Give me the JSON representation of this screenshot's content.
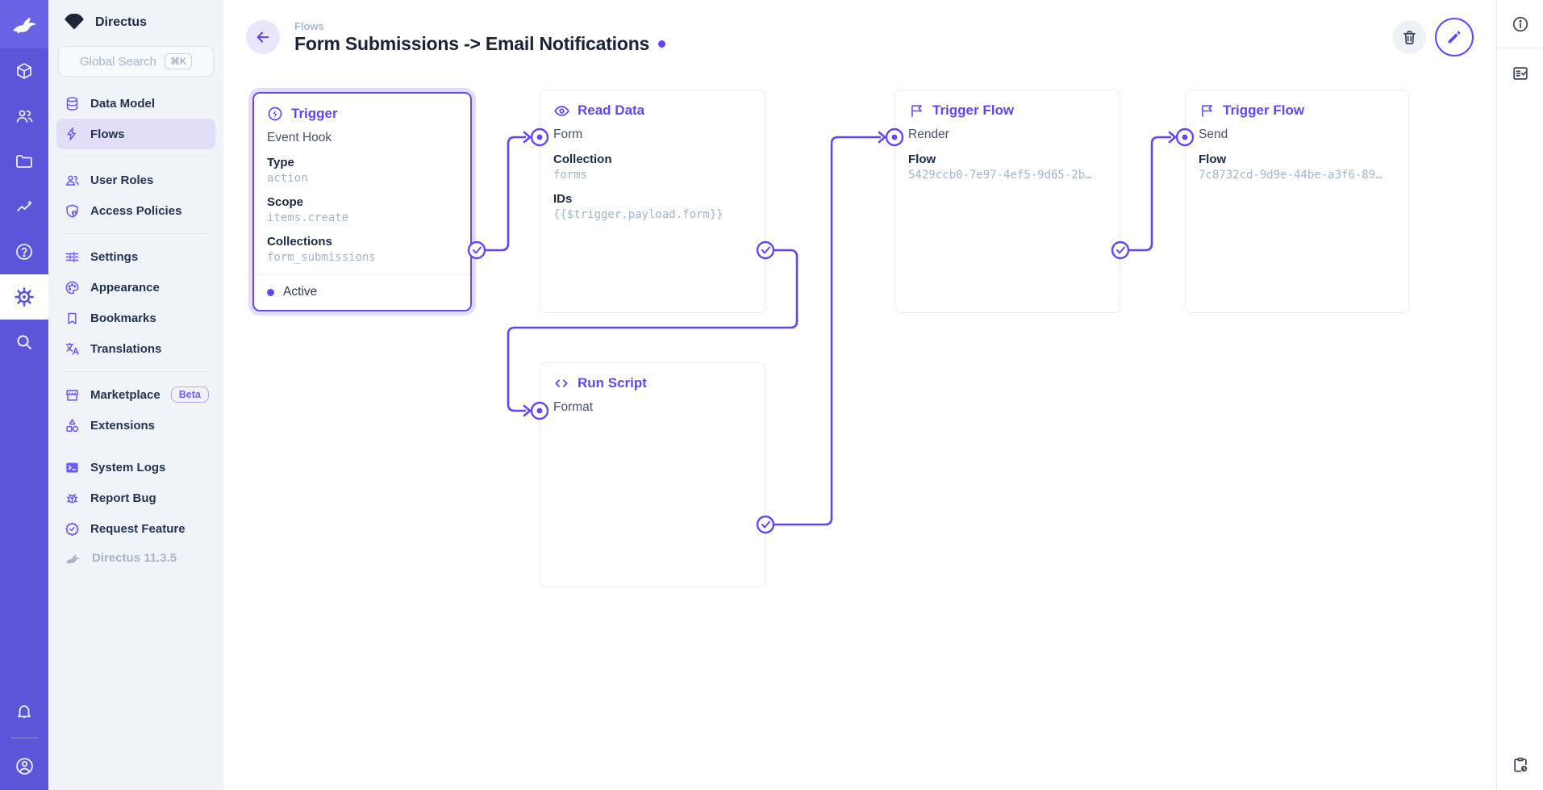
{
  "nav": {
    "project_name": "Directus",
    "search_placeholder": "Global Search",
    "search_shortcut": "⌘K",
    "items": {
      "data_model": "Data Model",
      "flows": "Flows",
      "user_roles": "User Roles",
      "access_policies": "Access Policies",
      "settings": "Settings",
      "appearance": "Appearance",
      "bookmarks": "Bookmarks",
      "translations": "Translations",
      "marketplace": "Marketplace",
      "marketplace_badge": "Beta",
      "extensions": "Extensions",
      "system_logs": "System Logs",
      "report_bug": "Report Bug",
      "request_feature": "Request Feature"
    },
    "version": "Directus 11.3.5"
  },
  "header": {
    "breadcrumb": "Flows",
    "title": "Form Submissions -> Email Notifications"
  },
  "panels": {
    "trigger": {
      "title": "Trigger",
      "name": "Event Hook",
      "type_label": "Type",
      "type_value": "action",
      "scope_label": "Scope",
      "scope_value": "items.create",
      "collections_label": "Collections",
      "collections_value": "form_submissions",
      "status": "Active"
    },
    "read_data": {
      "title": "Read Data",
      "name": "Form",
      "collection_label": "Collection",
      "collection_value": "forms",
      "ids_label": "IDs",
      "ids_value": "{{$trigger.payload.form}}"
    },
    "trigger_flow_render": {
      "title": "Trigger Flow",
      "name": "Render",
      "flow_label": "Flow",
      "flow_value": "5429ccb0-7e97-4ef5-9d65-2b…"
    },
    "trigger_flow_send": {
      "title": "Trigger Flow",
      "name": "Send",
      "flow_label": "Flow",
      "flow_value": "7c8732cd-9d9e-44be-a3f6-89…"
    },
    "run_script": {
      "title": "Run Script",
      "name": "Format"
    }
  },
  "colors": {
    "accent": "#6644ff",
    "module_bar": "#5c55da",
    "nav_background": "#f0f4f9",
    "selected_item": "#e2def8",
    "subdued_text": "#a2b5cd"
  }
}
